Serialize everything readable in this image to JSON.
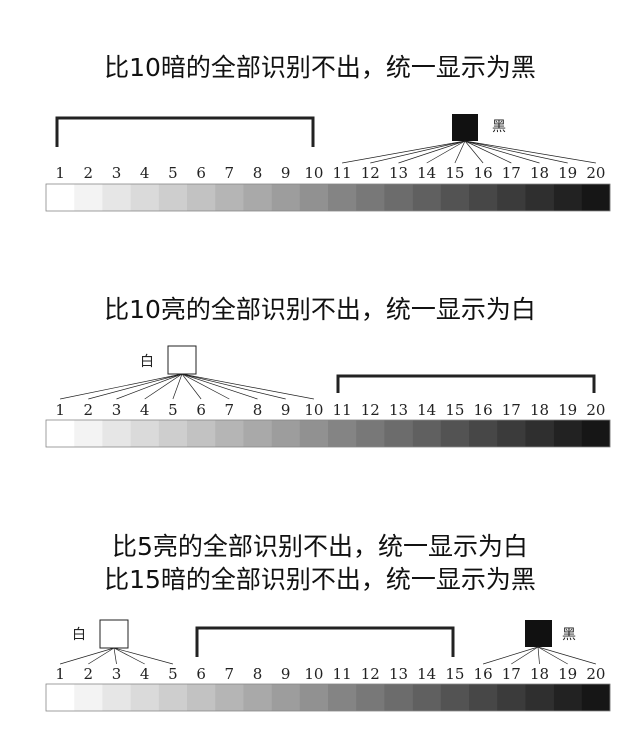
{
  "panels": [
    {
      "titles": [
        "比10暗的全部识别不出，统一显示为黑"
      ],
      "numbers": [
        "1",
        "2",
        "3",
        "4",
        "5",
        "6",
        "7",
        "8",
        "9",
        "10",
        "11",
        "12",
        "13",
        "14",
        "15",
        "16",
        "17",
        "18",
        "19",
        "20"
      ],
      "black_marker": {
        "label": "黑",
        "fan_from": 11,
        "fan_to": 20
      },
      "bracket": {
        "from": 1,
        "to": 10
      }
    },
    {
      "titles": [
        "比10亮的全部识别不出，统一显示为白"
      ],
      "numbers": [
        "1",
        "2",
        "3",
        "4",
        "5",
        "6",
        "7",
        "8",
        "9",
        "10",
        "11",
        "12",
        "13",
        "14",
        "15",
        "16",
        "17",
        "18",
        "19",
        "20"
      ],
      "white_marker": {
        "label": "白",
        "fan_from": 1,
        "fan_to": 10
      },
      "bracket": {
        "from": 11,
        "to": 20
      }
    },
    {
      "titles": [
        "比5亮的全部识别不出，统一显示为白",
        "比15暗的全部识别不出，统一显示为黑"
      ],
      "numbers": [
        "1",
        "2",
        "3",
        "4",
        "5",
        "6",
        "7",
        "8",
        "9",
        "10",
        "11",
        "12",
        "13",
        "14",
        "15",
        "16",
        "17",
        "18",
        "19",
        "20"
      ],
      "white_marker": {
        "label": "白",
        "fan_from": 1,
        "fan_to": 5
      },
      "black_marker": {
        "label": "黑",
        "fan_from": 16,
        "fan_to": 20
      },
      "bracket": {
        "from": 6,
        "to": 15
      }
    }
  ],
  "colors": {
    "gray_start": "#ffffff",
    "gray_end": "#161616",
    "marker_black": "#111111",
    "line": "#222222"
  }
}
